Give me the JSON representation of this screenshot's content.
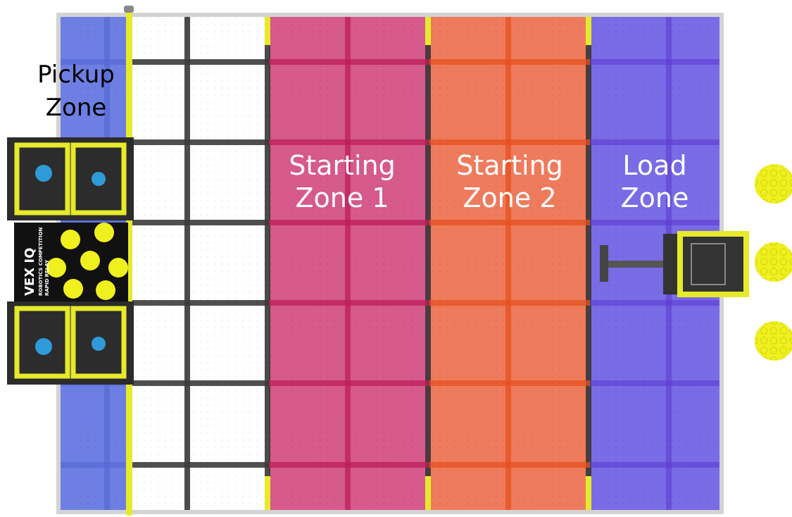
{
  "zones": {
    "pickup": {
      "line1": "Pickup",
      "line2": "Zone",
      "color": "#6E7FE3"
    },
    "neutral": {
      "color": "#FFFFFF"
    },
    "starting1": {
      "line1": "Starting",
      "line2": "Zone 1",
      "color": "#D65A8C"
    },
    "starting2": {
      "line1": "Starting",
      "line2": "Zone 2",
      "color": "#EF7B5D"
    },
    "load": {
      "line1": "Load",
      "line2": "Zone",
      "color": "#7A6BE6"
    }
  },
  "colors": {
    "frame": "#D3D3D3",
    "tile_line_dark": "#4A4A4A",
    "yellow": "#E6EA2A",
    "ball": "#F0F01E",
    "robot_frame": "#3A3A3A",
    "blue_accent": "#2E9BD8"
  },
  "goal_panel": {
    "brand": "VEX IQ",
    "line1": "ROBOTICS COMPETITION",
    "line2": "RAPID RELAY"
  },
  "balls": {
    "count": 3
  }
}
